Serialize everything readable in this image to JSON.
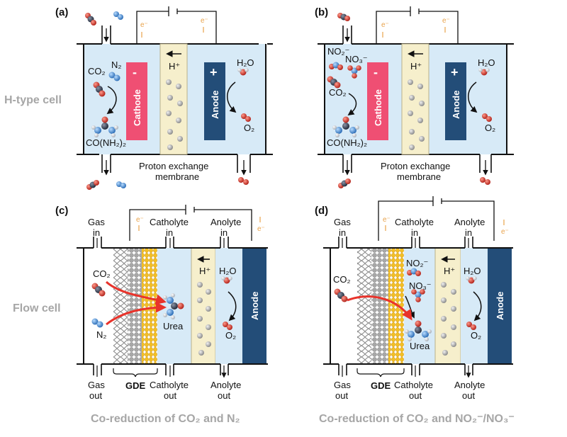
{
  "row_labels": {
    "top": "H-type cell",
    "bottom": "Flow cell"
  },
  "panels": {
    "a": {
      "tag": "(a)",
      "n2": "N₂",
      "co2": "CO₂",
      "cathode": "Cathode",
      "anode": "Anode",
      "hplus": "H⁺",
      "h2o": "H₂O",
      "o2": "O₂",
      "product": "CO(NH₂)₂",
      "membrane1": "Proton exchange",
      "membrane2": "membrane",
      "minus": "-",
      "plus": "+",
      "e1": "e⁻",
      "e2": "e⁻"
    },
    "b": {
      "tag": "(b)",
      "no2": "NO₂⁻",
      "no3": "NO₃⁻",
      "co2": "CO₂",
      "cathode": "Cathode",
      "anode": "Anode",
      "hplus": "H⁺",
      "h2o": "H₂O",
      "o2": "O₂",
      "product": "CO(NH₂)₂",
      "membrane1": "Proton exchange",
      "membrane2": "membrane",
      "minus": "-",
      "plus": "+",
      "e1": "e⁻",
      "e2": "e⁻"
    },
    "c": {
      "tag": "(c)",
      "gas_in1": "Gas",
      "gas_in2": "in",
      "cath_in1": "Catholyte",
      "cath_in2": "in",
      "ano_in1": "Anolyte",
      "ano_in2": "in",
      "co2": "CO₂",
      "n2": "N₂",
      "urea": "Urea",
      "hplus": "H⁺",
      "h2o": "H₂O",
      "o2": "O₂",
      "anode": "Anode",
      "gas_out1": "Gas",
      "gas_out2": "out",
      "gde": "GDE",
      "cath_out1": "Catholyte",
      "cath_out2": "out",
      "ano_out1": "Anolyte",
      "ano_out2": "out",
      "e1": "e⁻",
      "e2": "e⁻"
    },
    "d": {
      "tag": "(d)",
      "gas_in1": "Gas",
      "gas_in2": "in",
      "cath_in1": "Catholyte",
      "cath_in2": "in",
      "ano_in1": "Anolyte",
      "ano_in2": "in",
      "co2": "CO₂",
      "no2": "NO₂⁻",
      "no3": "NO₃⁻",
      "urea": "Urea",
      "hplus": "H⁺",
      "h2o": "H₂O",
      "o2": "O₂",
      "anode": "Anode",
      "gas_out1": "Gas",
      "gas_out2": "out",
      "gde": "GDE",
      "cath_out1": "Catholyte",
      "cath_out2": "out",
      "ano_out1": "Anolyte",
      "ano_out2": "out",
      "e1": "e⁻",
      "e2": "e⁻"
    }
  },
  "captions": {
    "left": "Co-reduction of CO₂ and N₂",
    "right": "Co-reduction of CO₂ and NO₂⁻/NO₃⁻"
  },
  "colors": {
    "electrolyte": "#d7eaf7",
    "cathode": "#ef4f73",
    "anode": "#234d78",
    "membrane": "#f6efcc",
    "arrow_red": "#e8332b",
    "electron": "#e8a24a",
    "caption": "#a6a6a6"
  }
}
